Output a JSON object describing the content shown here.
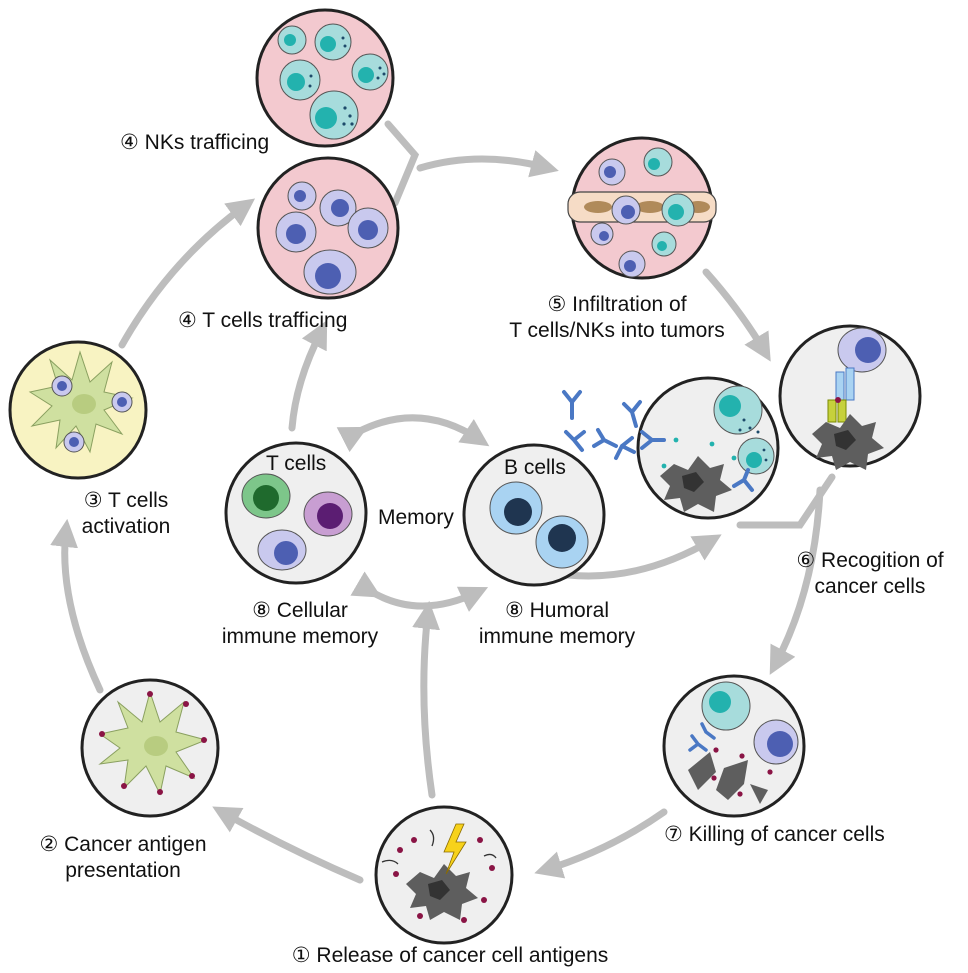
{
  "steps": {
    "s1": {
      "line1": "① Release of cancer cell antigens"
    },
    "s2": {
      "line1": "② Cancer antigen",
      "line2": "presentation"
    },
    "s3": {
      "line1": "③ T cells",
      "line2": "activation"
    },
    "s4a": {
      "line1": "④ NKs trafficing"
    },
    "s4b": {
      "line1": "④ T cells trafficing"
    },
    "s5": {
      "line1": "⑤ Infiltration of",
      "line2": "T cells/NKs into tumors"
    },
    "s6": {
      "line1": "⑥ Recogition of",
      "line2": "cancer cells"
    },
    "s7": {
      "line1": "⑦ Killing of cancer cells"
    },
    "s8a": {
      "line1": "⑧ Cellular",
      "line2": "immune memory"
    },
    "s8b": {
      "line1": "⑧ Humoral",
      "line2": "immune memory"
    }
  },
  "memory": {
    "center": "Memory",
    "t_cells": "T cells",
    "b_cells": "B cells"
  },
  "colors": {
    "arrow": "#bdbdbd",
    "circle_border": "#222222",
    "panel_grey": "#efefef",
    "panel_pink": "#f3c9cf",
    "panel_yellow": "#f8f3c2",
    "tcell_body": "#c9c9ee",
    "tcell_nucleus": "#4d5fb2",
    "nk_body": "#a7dcdc",
    "nk_nucleus": "#23b2ae",
    "dendritic": "#cfe0a0",
    "cancer": "#5e5e5e",
    "antigen": "#8a1445",
    "bcell_body": "#a9d3f2",
    "bcell_nucleus": "#1f3550",
    "antibody": "#4a78c4",
    "memory_green": "#7dc68a",
    "memory_purple": "#8e4aa2",
    "vessel": "#f6dcc6"
  }
}
